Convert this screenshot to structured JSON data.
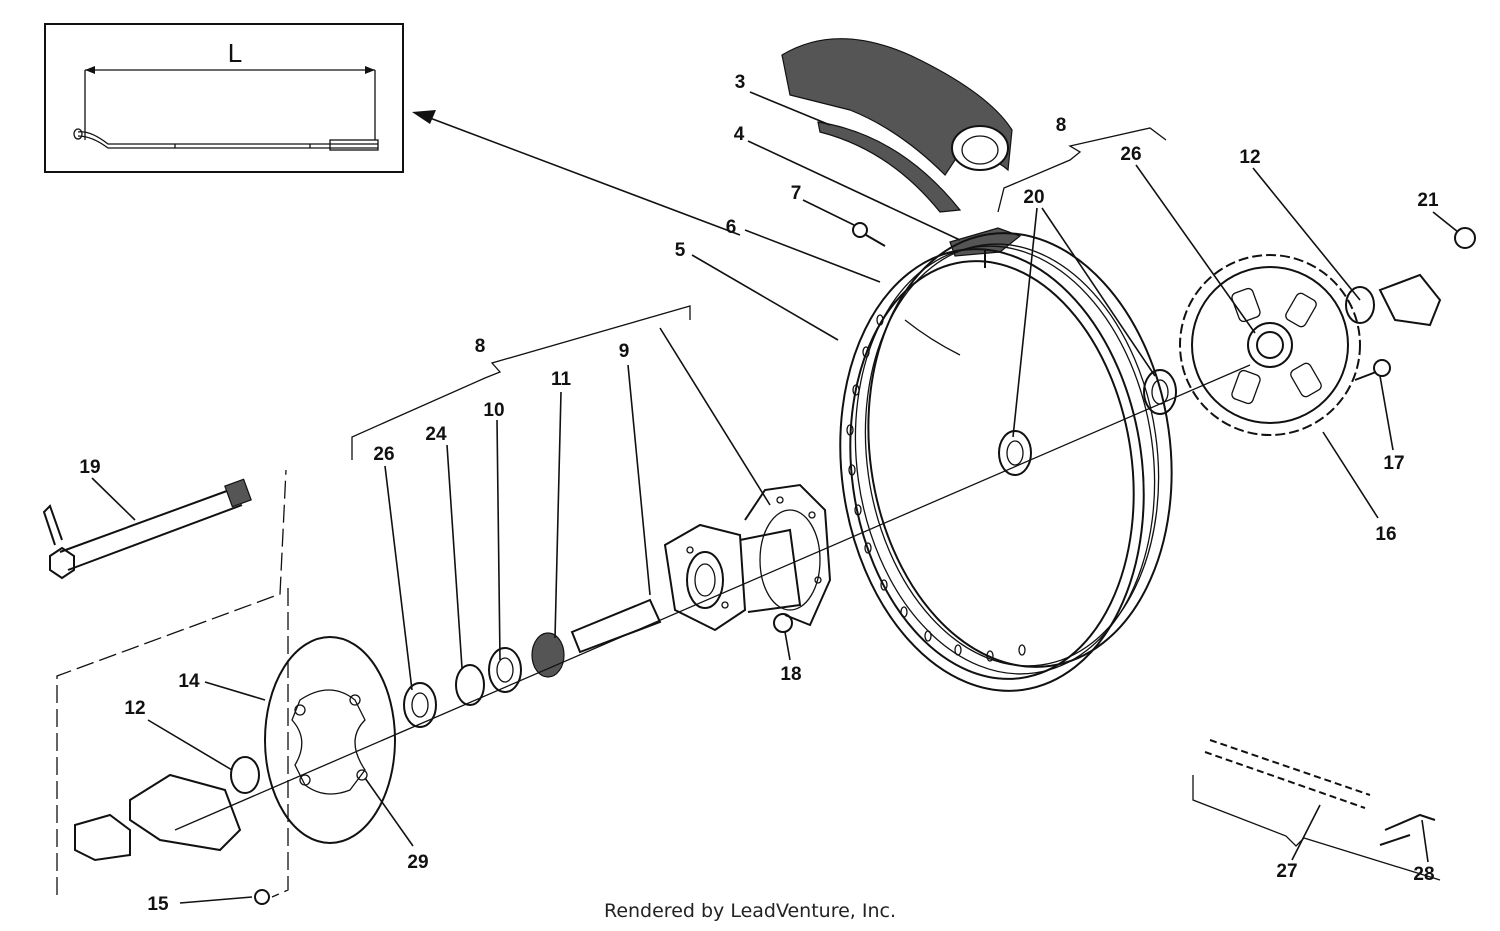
{
  "inset": {
    "dimension_label": "L"
  },
  "callouts": {
    "c3": "3",
    "c4": "4",
    "c5": "5",
    "c6": "6",
    "c7": "7",
    "c8_left": "8",
    "c8_right": "8",
    "c9": "9",
    "c10": "10",
    "c11": "11",
    "c12_left": "12",
    "c12_right": "12",
    "c14": "14",
    "c15": "15",
    "c16": "16",
    "c17": "17",
    "c18": "18",
    "c19": "19",
    "c20": "20",
    "c21": "21",
    "c24": "24",
    "c26_left": "26",
    "c26_right": "26",
    "c27": "27",
    "c28": "28",
    "c29": "29"
  },
  "footer": {
    "credit": "Rendered by LeadVenture, Inc."
  }
}
